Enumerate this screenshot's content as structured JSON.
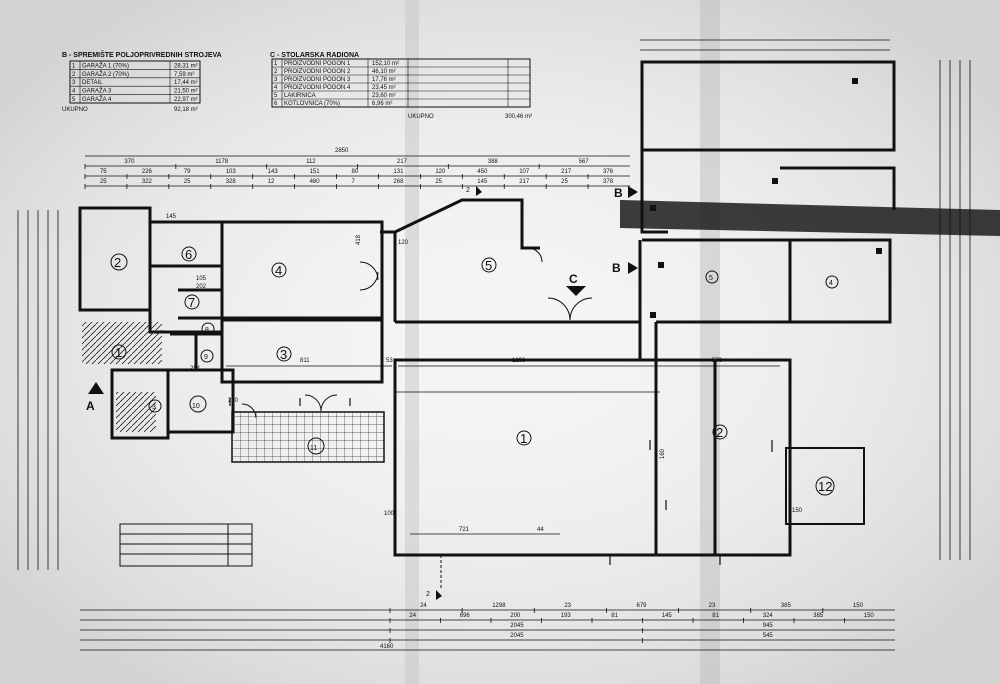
{
  "sheet": {
    "paper_color": "#f4f4f4",
    "ink_color": "#111111"
  },
  "legend_garage": {
    "title": "B - SPREMIŠTE POLJOPRIVREDNIH STROJEVA",
    "rows": [
      {
        "no": "1",
        "name": "GARAŽA 1 (70%)",
        "area": "28,31 m²"
      },
      {
        "no": "2",
        "name": "GARAŽA 2 (70%)",
        "area": "7,59 m²"
      },
      {
        "no": "3",
        "name": "DETAIL",
        "area": "17,44 m²"
      },
      {
        "no": "4",
        "name": "GARAŽA 3",
        "area": "21,50 m²"
      },
      {
        "no": "5",
        "name": "GARAŽA 4",
        "area": "22,97 m²"
      }
    ],
    "total_label": "UKUPNO",
    "total_area": "92,18 m²"
  },
  "legend_workshop": {
    "title": "C - STOLARSKA RADIONA",
    "rows": [
      {
        "no": "1",
        "name": "PROIZVODNI POGON 1",
        "area": "152,10 m²"
      },
      {
        "no": "2",
        "name": "PROIZVODNI POGON 2",
        "area": "46,10 m²"
      },
      {
        "no": "3",
        "name": "PROIZVODNI POGON 3",
        "area": "17,76 m²"
      },
      {
        "no": "4",
        "name": "PROIZVODNI POGON 4",
        "area": "23,45 m²"
      },
      {
        "no": "5",
        "name": "LAKIRNICA",
        "area": "23,60 m²"
      },
      {
        "no": "6",
        "name": "KOTLOVNICA (70%)",
        "area": "6,96 m²"
      }
    ],
    "total_label": "UKUPNO",
    "total_area": "300,46 m²"
  },
  "top_dims": {
    "overall": "2850",
    "row1": [
      "370",
      "1178",
      "112",
      "217",
      "388",
      "567"
    ],
    "row2": [
      "75",
      "226",
      "79",
      "103",
      "143",
      "151",
      "80",
      "131",
      "120",
      "450",
      "107",
      "217",
      "376"
    ],
    "row3": [
      "25",
      "322",
      "25",
      "328",
      "12",
      "480",
      "7",
      "268",
      "25",
      "145",
      "217",
      "25",
      "378"
    ]
  },
  "bottom_dims": {
    "row1": [
      "24",
      "1298",
      "23",
      "679",
      "23",
      "385",
      "150"
    ],
    "row2": [
      "24",
      "696",
      "200",
      "193",
      "81",
      "145",
      "81",
      "324",
      "385",
      "150"
    ],
    "row3": [
      "2045",
      "945"
    ],
    "row4": [
      "2045",
      "545"
    ],
    "overall": "4160"
  },
  "interior_dims": {
    "d811": "811",
    "d53": "53",
    "d1298": "1298",
    "d576": "576",
    "d721": "721",
    "d44": "44",
    "d254": "254",
    "d160": "160",
    "d105": "105",
    "d202": "202",
    "d150": "150",
    "d145": "145",
    "d418": "418",
    "d120": "120",
    "d100": "100",
    "d240": "240"
  },
  "rooms": {
    "r1_left": "1",
    "r2_left": "2",
    "r3_left": "3",
    "r4_left": "4",
    "r5_left": "5",
    "r6": "6",
    "r7": "7",
    "r8": "8",
    "r9": "9",
    "r10": "10",
    "r11": "11",
    "r1_main": "1",
    "r2_main": "2",
    "r12": "12",
    "r4_upper": "4",
    "r5_upper": "5",
    "r3_stair": "3"
  },
  "sections": {
    "A": "A",
    "B": "B",
    "C": "C",
    "axis2": "2"
  }
}
